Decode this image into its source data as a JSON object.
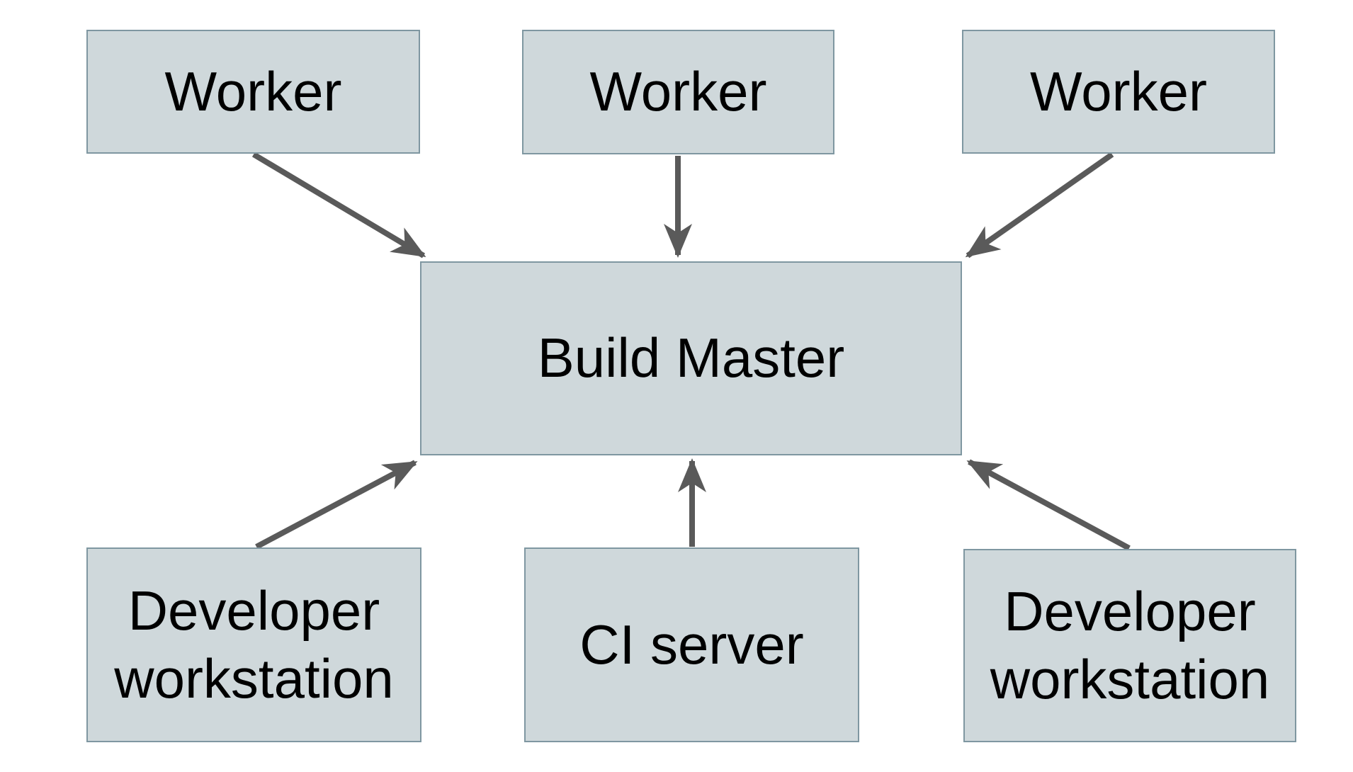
{
  "diagram": {
    "colors": {
      "background": "#ffffff",
      "node_fill": "#cfd8db",
      "node_border": "#7f97a1",
      "arrow": "#5a5a5a",
      "text": "#000000"
    },
    "nodes": [
      {
        "id": "worker-1",
        "label": "Worker"
      },
      {
        "id": "worker-2",
        "label": "Worker"
      },
      {
        "id": "worker-3",
        "label": "Worker"
      },
      {
        "id": "build-master",
        "label": "Build Master"
      },
      {
        "id": "developer-workstation-left",
        "label": "Developer workstation"
      },
      {
        "id": "ci-server",
        "label": "CI server"
      },
      {
        "id": "developer-workstation-right",
        "label": "Developer workstation"
      }
    ],
    "edges": [
      {
        "from": "worker-1",
        "to": "build-master"
      },
      {
        "from": "worker-2",
        "to": "build-master"
      },
      {
        "from": "worker-3",
        "to": "build-master"
      },
      {
        "from": "developer-workstation-left",
        "to": "build-master"
      },
      {
        "from": "ci-server",
        "to": "build-master"
      },
      {
        "from": "developer-workstation-right",
        "to": "build-master"
      }
    ]
  }
}
